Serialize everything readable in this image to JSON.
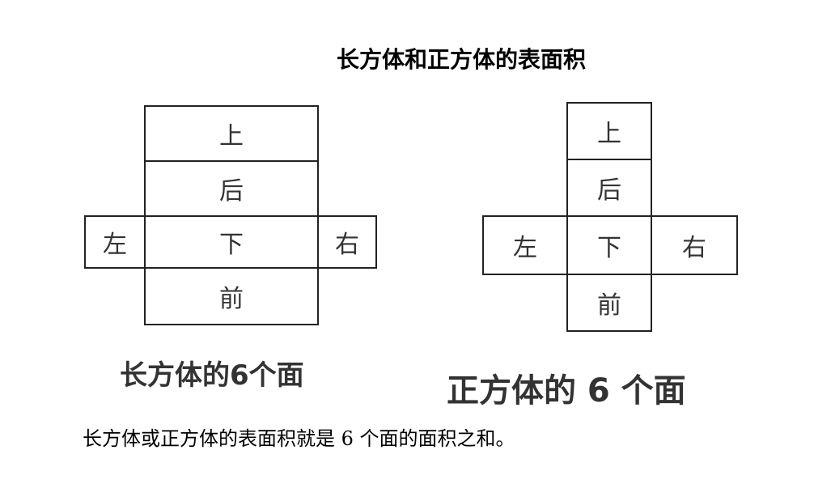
{
  "title": "长方体和正方体的表面积",
  "cuboid": {
    "faces": {
      "top": "上",
      "back": "后",
      "left": "左",
      "bottom": "下",
      "right": "右",
      "front": "前"
    },
    "caption": "长方体的6个面"
  },
  "cube": {
    "faces": {
      "top": "上",
      "back": "后",
      "left": "左",
      "bottom": "下",
      "right": "右",
      "front": "前"
    },
    "caption": "正方体的 6 个面"
  },
  "statement": "长方体或正方体的表面积就是 6 个面的面积之和。"
}
